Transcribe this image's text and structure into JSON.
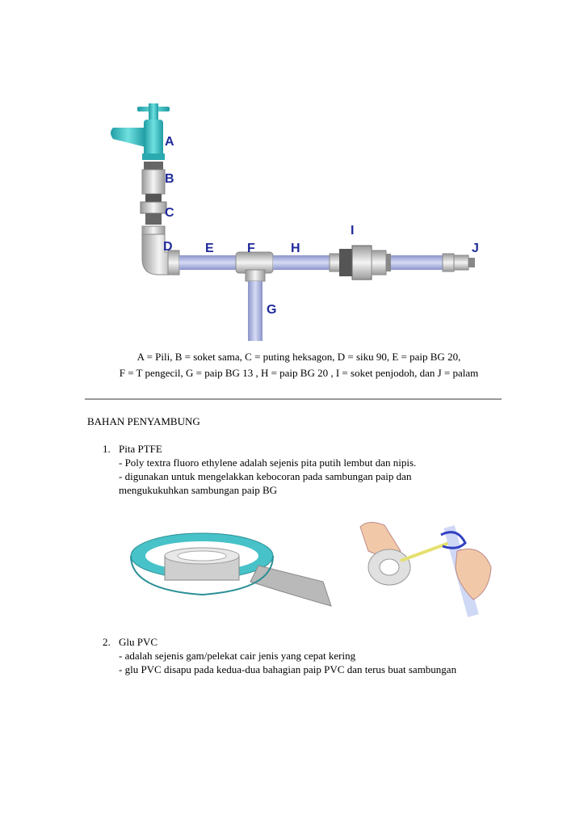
{
  "diagram": {
    "labels": {
      "A": "A",
      "B": "B",
      "C": "C",
      "D": "D",
      "E": "E",
      "F": "F",
      "G": "G",
      "H": "H",
      "I": "I",
      "J": "J"
    }
  },
  "caption": {
    "line1": "A = Pili, B = soket sama, C = puting heksagon, D = siku 90, E = paip BG 20,",
    "line2": "F = T pengecil, G = paip BG 13 , H = paip BG 20 , I = soket penjodoh, dan J = palam"
  },
  "section_title": "BAHAN PENYAMBUNG",
  "items": [
    {
      "number": "1.",
      "title": "Pita PTFE",
      "lines": [
        "- Poly textra fluoro ethylene adalah sejenis pita putih lembut dan nipis.",
        "- digunakan untuk mengelakkan kebocoran pada sambungan paip dan",
        "mengukukuhkan sambungan paip BG"
      ]
    },
    {
      "number": "2.",
      "title": "Glu PVC",
      "lines": [
        "- adalah sejenis gam/pelekat cair jenis yang cepat kering",
        "- glu PVC disapu pada kedua-dua bahagian paip PVC dan terus buat sambungan"
      ]
    }
  ],
  "colors": {
    "label": "#1f2a9a",
    "tap": "#3cc6c6",
    "pipe": "#aab2e2",
    "fitting": "#d9d9d9",
    "tape_ring": "#47c2c8"
  }
}
